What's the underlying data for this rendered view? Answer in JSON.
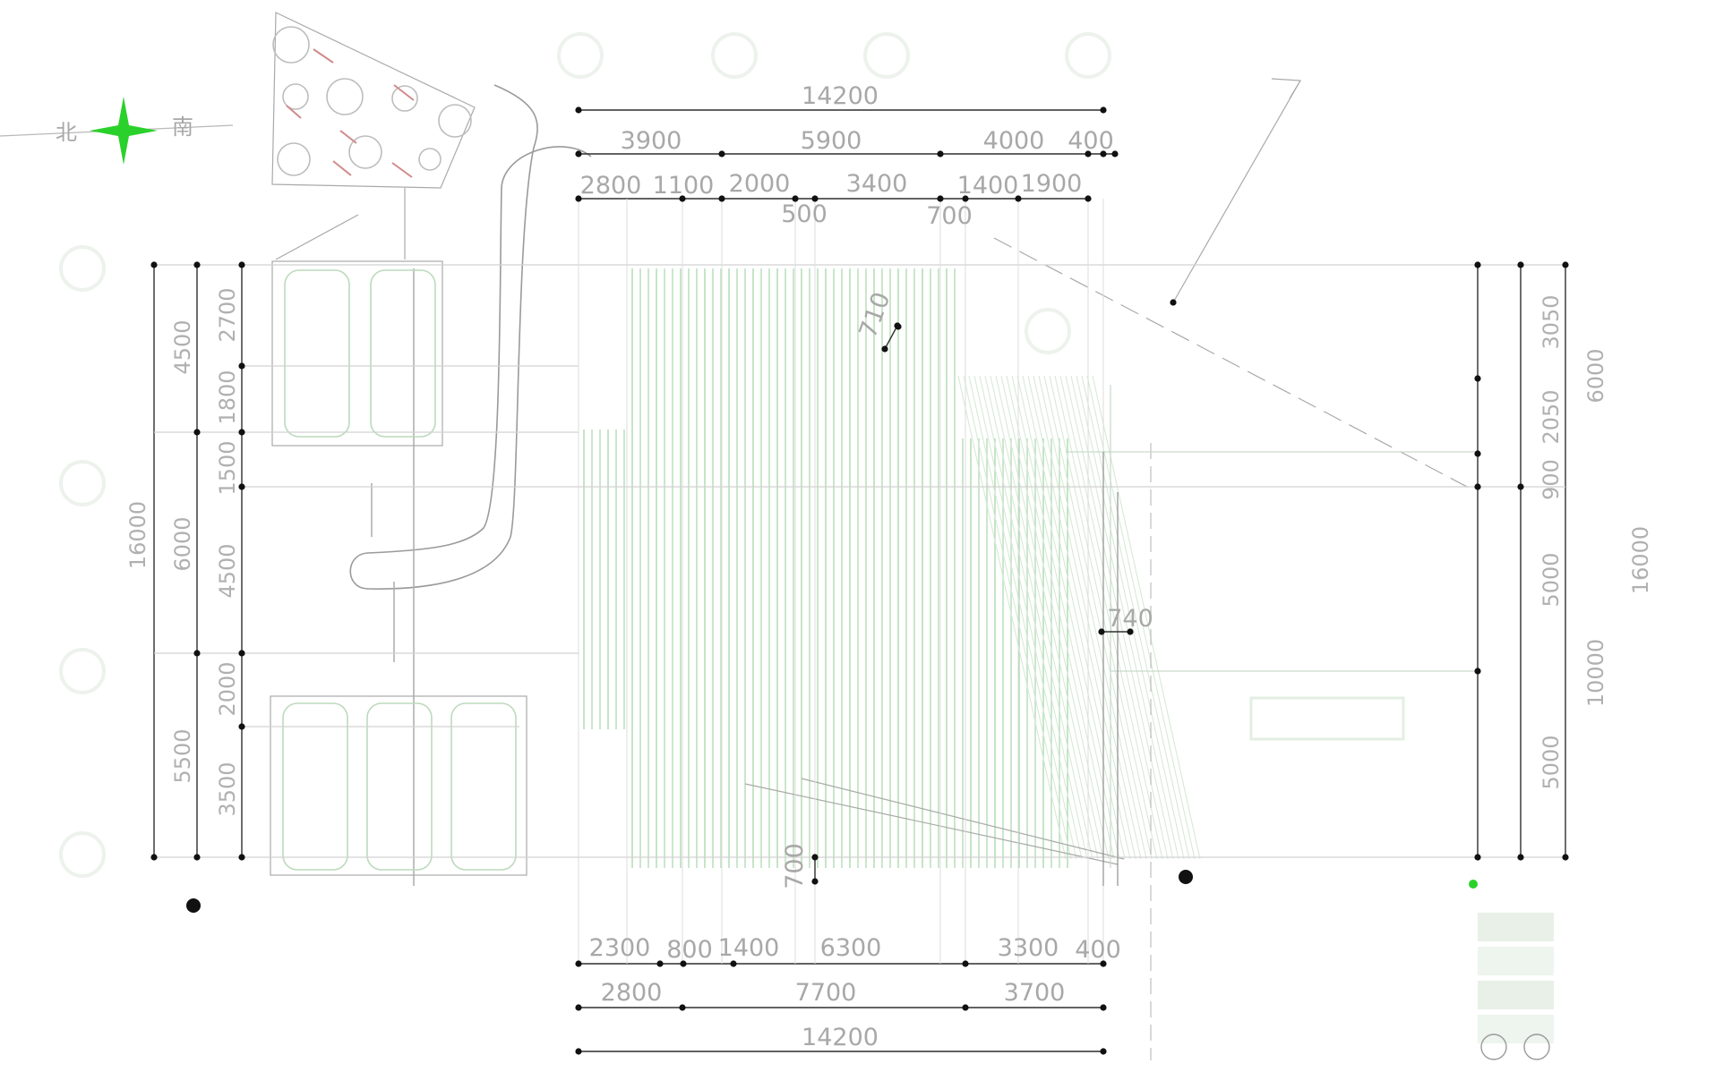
{
  "top_dims": {
    "overall": "14200",
    "row1": [
      "3900",
      "5900",
      "4000",
      "400"
    ],
    "row2": [
      "2800",
      "1100",
      "2000",
      "3400",
      "1400",
      "1900"
    ],
    "row3": [
      "500",
      "700"
    ]
  },
  "bottom_dims": {
    "row1": [
      "2300",
      "800",
      "1400",
      "6300",
      "3300",
      "400"
    ],
    "row2": [
      "2800",
      "7700",
      "3700"
    ],
    "overall": "14200"
  },
  "left_dims": {
    "overall": "16000",
    "col1": [
      "4500",
      "6000",
      "5500"
    ],
    "col2": [
      "2700",
      "1800",
      "1500",
      "4500",
      "2000",
      "3500"
    ]
  },
  "right_dims": {
    "overall": "16000",
    "col1": [
      "6000",
      "10000"
    ],
    "col2": [
      "3050",
      "2050",
      "900",
      "5000",
      "5000"
    ]
  },
  "interior_dims": [
    "710",
    "740",
    "700"
  ]
}
